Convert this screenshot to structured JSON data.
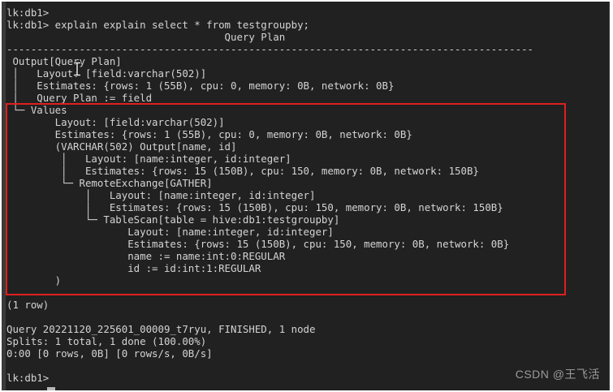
{
  "colors": {
    "page_background": "#ffffff",
    "terminal_background": "#212121",
    "terminal_text": "#d4d4d4",
    "annotation_red": "#df1f1f",
    "watermark_gray": "#9a9a9a",
    "edge_strip": "#3a3a3a"
  },
  "terminal": {
    "prompt": "lk:db1>",
    "command": "explain explain select * from testgroupby;",
    "result_header": "Query Plan",
    "row_count_line": "(1 row)",
    "query_id": "20221120_225601_00009_t7ryu",
    "query_status": "FINISHED",
    "query_nodes": "1 node",
    "splits_line": "Splits: 1 total, 1 done (100.00%)",
    "stats_line": "0:00 [0 rows, 0B] [0 rows/s, 0B/s]",
    "lines": [
      "lk:db1>",
      "lk:db1> explain explain select * from testgroupby;",
      "                                    Query Plan",
      "---------------------------------------------------------------------------------------",
      " Output[Query Plan]",
      " │   Layout: [field:varchar(502)]",
      " │   Estimates: {rows: 1 (55B), cpu: 0, memory: 0B, network: 0B}",
      " │   Query Plan := field",
      " └─ Values",
      "        Layout: [field:varchar(502)]",
      "        Estimates: {rows: 1 (55B), cpu: 0, memory: 0B, network: 0B}",
      "        (VARCHAR(502) Output[name, id]",
      "         │   Layout: [name:integer, id:integer]",
      "         │   Estimates: {rows: 15 (150B), cpu: 150, memory: 0B, network: 150B}",
      "         └─ RemoteExchange[GATHER]",
      "             │   Layout: [name:integer, id:integer]",
      "             │   Estimates: {rows: 15 (150B), cpu: 150, memory: 0B, network: 150B}",
      "             └─ TableScan[table = hive:db1:testgroupby]",
      "                    Layout: [name:integer, id:integer]",
      "                    Estimates: {rows: 15 (150B), cpu: 150, memory: 0B, network: 0B}",
      "                    name := name:int:0:REGULAR",
      "                    id := id:int:1:REGULAR",
      "        )",
      "",
      "(1 row)",
      "",
      "Query 20221120_225601_00009_t7ryu, FINISHED, 1 node",
      "Splits: 1 total, 1 done (100.00%)",
      "0:00 [0 rows, 0B] [0 rows/s, 0B/s]",
      "",
      "lk:db1>"
    ]
  },
  "annotation": {
    "shape": "rectangle",
    "color": "#df1f1f"
  },
  "icons": {
    "mouse_cursor": "i-beam-text-cursor",
    "terminal_cursor": "underscore-block-cursor"
  },
  "watermark": {
    "text": "CSDN @王飞活"
  }
}
